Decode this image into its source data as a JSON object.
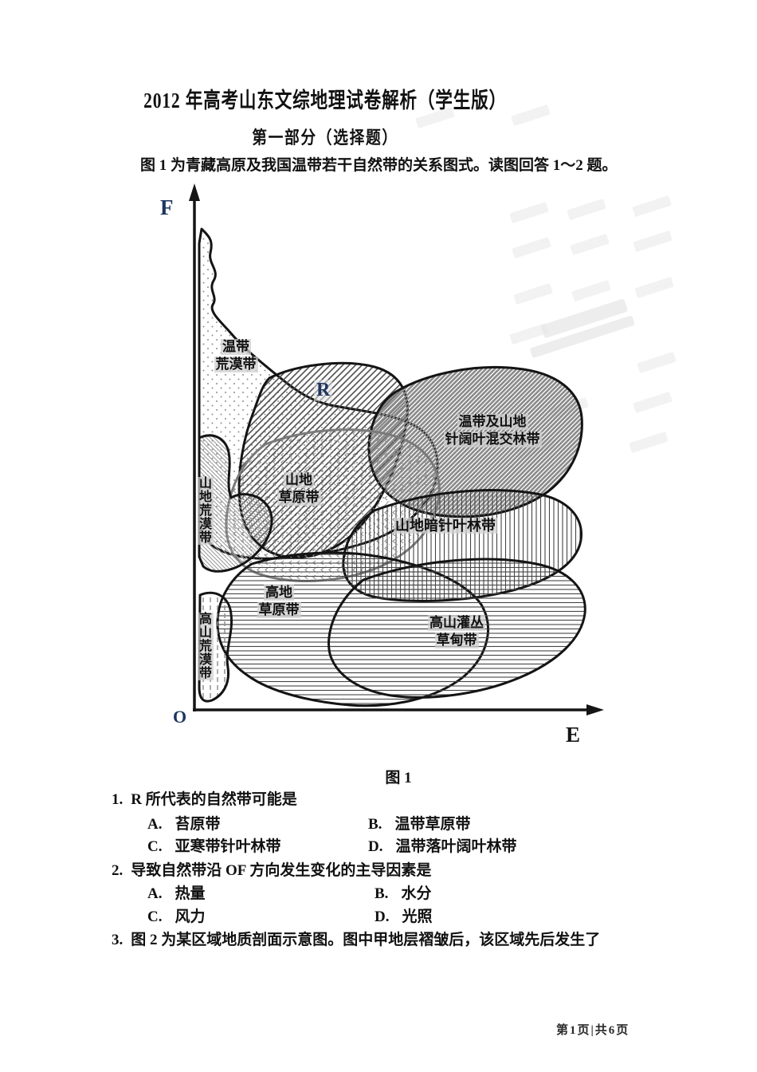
{
  "doc": {
    "title": "2012 年高考山东文综地理试卷解析（学生版）",
    "section_heading": "第一部分（选择题）",
    "intro": "图 1 为青藏高原及我国温带若干自然带的关系图式。读图回答 1～2 题。",
    "figure_caption": "图 1",
    "footer": "第1页|共6页"
  },
  "figure": {
    "y_axis_label": "F",
    "x_axis_label": "E",
    "origin_label": "O",
    "r_label": "R",
    "zones": {
      "wendai_huangmo_line1": "温带",
      "wendai_huangmo_line2": "荒漠带",
      "hunjiaolin_line1": "温带及山地",
      "hunjiaolin_line2": "针阔叶混交林带",
      "shandi_huangmo": "山地荒漠带",
      "shandi_caoyuan_line1": "山地",
      "shandi_caoyuan_line2": "草原带",
      "shandi_anzhenye": "山地暗针叶林带",
      "gaodi_caoyuan_line1": "高地",
      "gaodi_caoyuan_line2": "草原带",
      "gaoshan_guancong_line1": "高山灌丛",
      "gaoshan_guancong_line2": "草甸带",
      "gaoshan_huangmo": "高山荒漠带"
    }
  },
  "questions": [
    {
      "num": "1.",
      "stem": "R 所代表的自然带可能是",
      "options": [
        {
          "key": "A.",
          "text": "苔原带"
        },
        {
          "key": "B.",
          "text": "温带草原带"
        },
        {
          "key": "C.",
          "text": "亚寒带针叶林带"
        },
        {
          "key": "D.",
          "text": "温带落叶阔叶林带"
        }
      ]
    },
    {
      "num": "2.",
      "stem": "导致自然带沿 OF 方向发生变化的主导因素是",
      "options": [
        {
          "key": "A.",
          "text": "热量"
        },
        {
          "key": "B.",
          "text": "水分"
        },
        {
          "key": "C.",
          "text": "风力"
        },
        {
          "key": "D.",
          "text": "光照"
        }
      ]
    },
    {
      "num": "3.",
      "stem": "图 2 为某区域地质剖面示意图。图中甲地层褶皱后，该区域先后发生了",
      "options": []
    }
  ]
}
